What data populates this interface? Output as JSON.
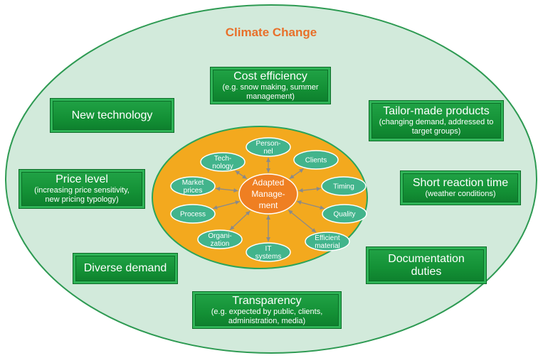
{
  "title": "Climate Change",
  "center": {
    "lines": [
      "Adapted",
      "Manage-",
      "ment"
    ]
  },
  "nodes": [
    {
      "id": "personnel",
      "lines": [
        "Person-",
        "nel"
      ]
    },
    {
      "id": "clients",
      "lines": [
        "Clients"
      ]
    },
    {
      "id": "timing",
      "lines": [
        "Timing"
      ]
    },
    {
      "id": "quality",
      "lines": [
        "Quality"
      ]
    },
    {
      "id": "efficient-material",
      "lines": [
        "Efficient",
        "material"
      ]
    },
    {
      "id": "it-systems",
      "lines": [
        "IT",
        "systems"
      ]
    },
    {
      "id": "organization",
      "lines": [
        "Organi-",
        "zation"
      ]
    },
    {
      "id": "process",
      "lines": [
        "Process"
      ]
    },
    {
      "id": "market-prices",
      "lines": [
        "Market",
        "prices"
      ]
    },
    {
      "id": "technology",
      "lines": [
        "Tech-",
        "nology"
      ]
    }
  ],
  "boxes": {
    "cost_efficiency": {
      "title": "Cost efficiency",
      "sub1": "(e.g. snow making, summer",
      "sub2": "management)"
    },
    "new_technology": {
      "title": "New technology"
    },
    "tailor_made": {
      "title": "Tailor-made products",
      "sub1": "(changing demand, addressed to",
      "sub2": "target groups)"
    },
    "price_level": {
      "title": "Price level",
      "sub1": "(increasing price sensitivity,",
      "sub2": "new pricing typology)"
    },
    "short_reaction": {
      "title": "Short reaction time",
      "sub1": "(weather conditions)"
    },
    "diverse_demand": {
      "title": "Diverse demand"
    },
    "documentation": {
      "title": "Documentation",
      "title2": "duties"
    },
    "transparency": {
      "title": "Transparency",
      "sub1": "(e.g. expected by public, clients,",
      "sub2": "administration, media)"
    }
  },
  "colors": {
    "outer_fill": "#d2eadb",
    "outer_stroke": "#2d9a52",
    "inner_fill": "#f3a91e",
    "inner_stroke": "#2aa45a",
    "node_fill": "#42b48c",
    "node_stroke": "#ffffff",
    "center_fill": "#ef7f22",
    "arrow": "#8a8a8a",
    "title": "#e8702a"
  }
}
